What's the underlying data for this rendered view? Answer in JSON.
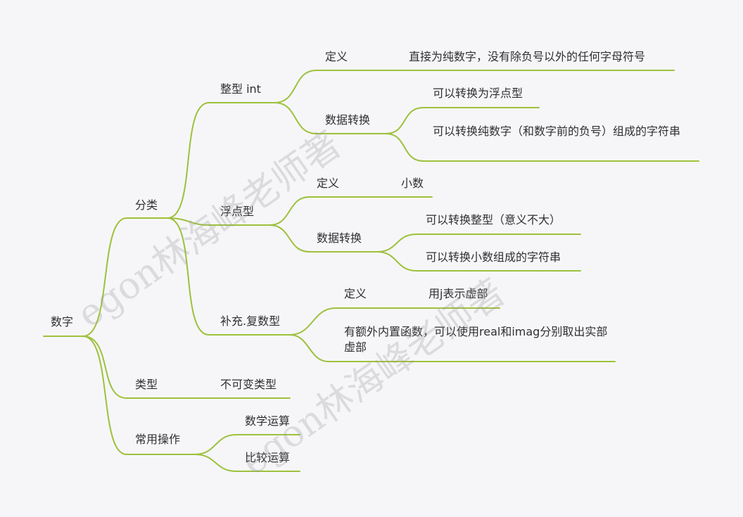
{
  "style": {
    "branch_color": "#9dc13c",
    "text_color": "#2f2f33",
    "background": "#f6f6f8"
  },
  "watermark": "egon林海峰老师著",
  "mindmap": {
    "root": "数字",
    "classify": {
      "label": "分类",
      "int": {
        "label": "整型 int",
        "def_label": "定义",
        "def_text": "直接为纯数字，没有除负号以外的任何字母符号",
        "conv_label": "数据转换",
        "conv_1": "可以转换为浮点型",
        "conv_2": "可以转换纯数字（和数字前的负号）组成的字符串"
      },
      "float": {
        "label": "浮点型",
        "def_label": "定义",
        "def_text": "小数",
        "conv_label": "数据转换",
        "conv_1": "可以转换整型（意义不大）",
        "conv_2": "可以转换小数组成的字符串"
      },
      "complex": {
        "label": "补充.复数型",
        "def_label": "定义",
        "def_text": "用j表示虚部",
        "extra": "有额外内置函数，可以使用real和imag分别取出实部虚部"
      }
    },
    "type": {
      "label": "类型",
      "value": "不可变类型"
    },
    "ops": {
      "label": "常用操作",
      "items": [
        "数学运算",
        "比较运算"
      ]
    }
  }
}
